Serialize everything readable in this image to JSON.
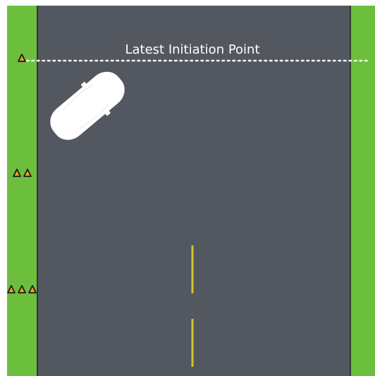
{
  "diagram": {
    "label": "Latest Initiation Point",
    "colors": {
      "grass": "#6cbf3d",
      "road": "#535760",
      "edge_line": "#2b3b2a",
      "center_line": "#d4c52a",
      "car": "#ffffff",
      "cone": "#f0a11d",
      "cone_outline": "#1a1a1a",
      "dotted_line": "#ffffff"
    },
    "cone_groups": [
      {
        "name": "cone-group-1",
        "count": 1
      },
      {
        "name": "cone-group-2",
        "count": 2
      },
      {
        "name": "cone-group-3",
        "count": 3
      }
    ]
  }
}
